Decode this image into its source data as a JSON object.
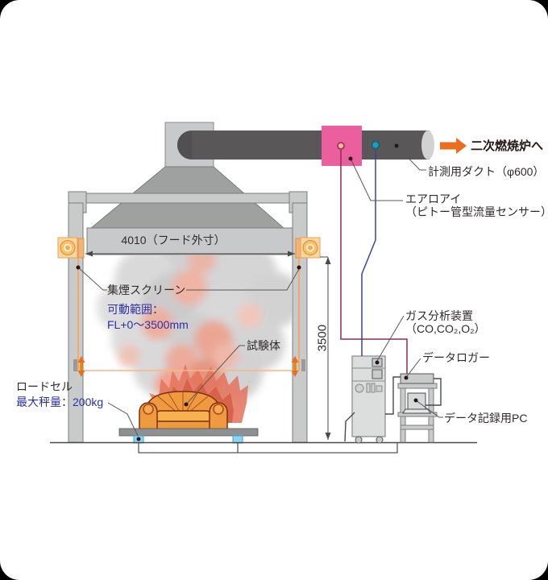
{
  "labels": {
    "to_furnace": "二次燃焼炉へ",
    "duct": "計測用ダクト（φ600）",
    "aero_eye_1": "エアロアイ",
    "aero_eye_2": "（ピトー管型流量センサー）",
    "hood_dim": "4010（フード外寸）",
    "screen": "集煙スクリーン",
    "range_1": "可動範囲：",
    "range_2": "FL+0〜3500mm",
    "height_dim": "3500",
    "specimen": "試験体",
    "gas_1": "ガス分析装置",
    "gas_2": "（CO,CO₂,O₂）",
    "logger": "データロガー",
    "pc": "データ記録用PC",
    "loadcell": "ロードセル",
    "loadcell_max": "最大秤量：200kg"
  },
  "colors": {
    "accent_pink": "#ec5f9f",
    "accent_orange": "#ed6d1f",
    "blue_text": "#2d31a5",
    "line_red": "#8e2e4a",
    "line_blue": "#3742a2",
    "duct_gray": "#595757",
    "frame_gray": "#c9caca",
    "flame_red": "#e4735c",
    "sofa_orange": "#f09a40",
    "loadcell_blue": "#8fd3f0",
    "pulley_orange": "#f6c36a",
    "screen_rail_orange": "#f0aa6a"
  }
}
